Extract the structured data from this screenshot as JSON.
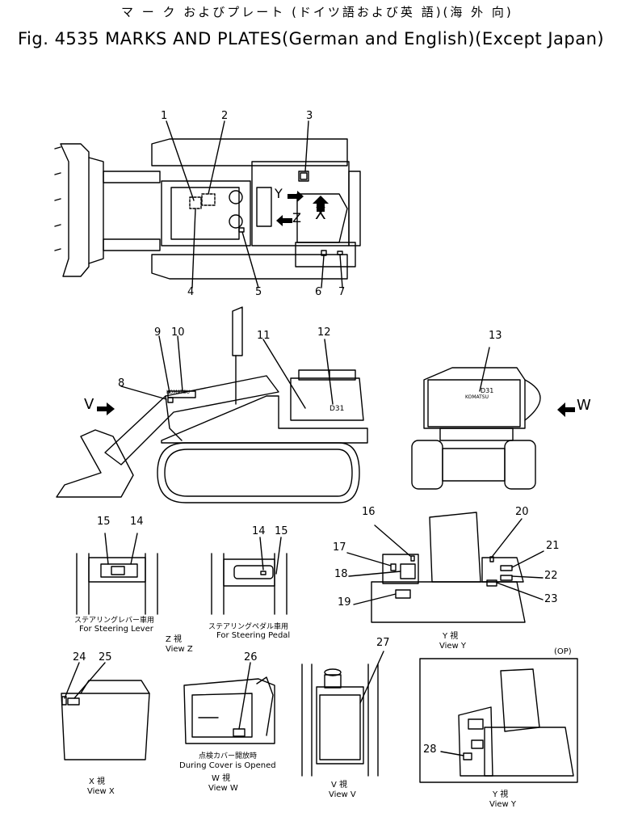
{
  "title_jp": "マ ー ク およびプレート (ドイツ語および英 語)(海 外 向)",
  "title_en": "Fig. 4535 MARKS AND PLATES(German and English)(Except Japan)",
  "callouts": [
    "1",
    "2",
    "3",
    "4",
    "5",
    "6",
    "7",
    "8",
    "9",
    "10",
    "11",
    "12",
    "13",
    "14",
    "15",
    "14",
    "15",
    "16",
    "17",
    "18",
    "19",
    "20",
    "21",
    "22",
    "23",
    "24",
    "25",
    "26",
    "27",
    "28"
  ],
  "arrows": {
    "y": "Y",
    "z": "Z",
    "x": "X",
    "v": "V",
    "w": "W"
  },
  "plates": {
    "komatsu": "KOMATSU",
    "model": "D31"
  },
  "captions": {
    "steer_lever_jp": "ステアリングレバー車用",
    "steer_lever_en": "For Steering Lever",
    "steer_pedal_jp": "ステアリングペダル車用",
    "steer_pedal_en": "For Steering Pedal",
    "view_z_jp": "Z 視",
    "view_z_en": "View Z",
    "view_y_jp": "Y 視",
    "view_y_en": "View Y",
    "view_x_jp": "X 視",
    "view_x_en": "View X",
    "cover_jp": "点検カバー開放時",
    "cover_en": "During Cover is Opened",
    "view_w_jp": "W 視",
    "view_w_en": "View W",
    "view_v_jp": "V 視",
    "view_v_en": "View V",
    "op": "(OP)",
    "view_y2_jp": "Y 視",
    "view_y2_en": "View Y"
  }
}
